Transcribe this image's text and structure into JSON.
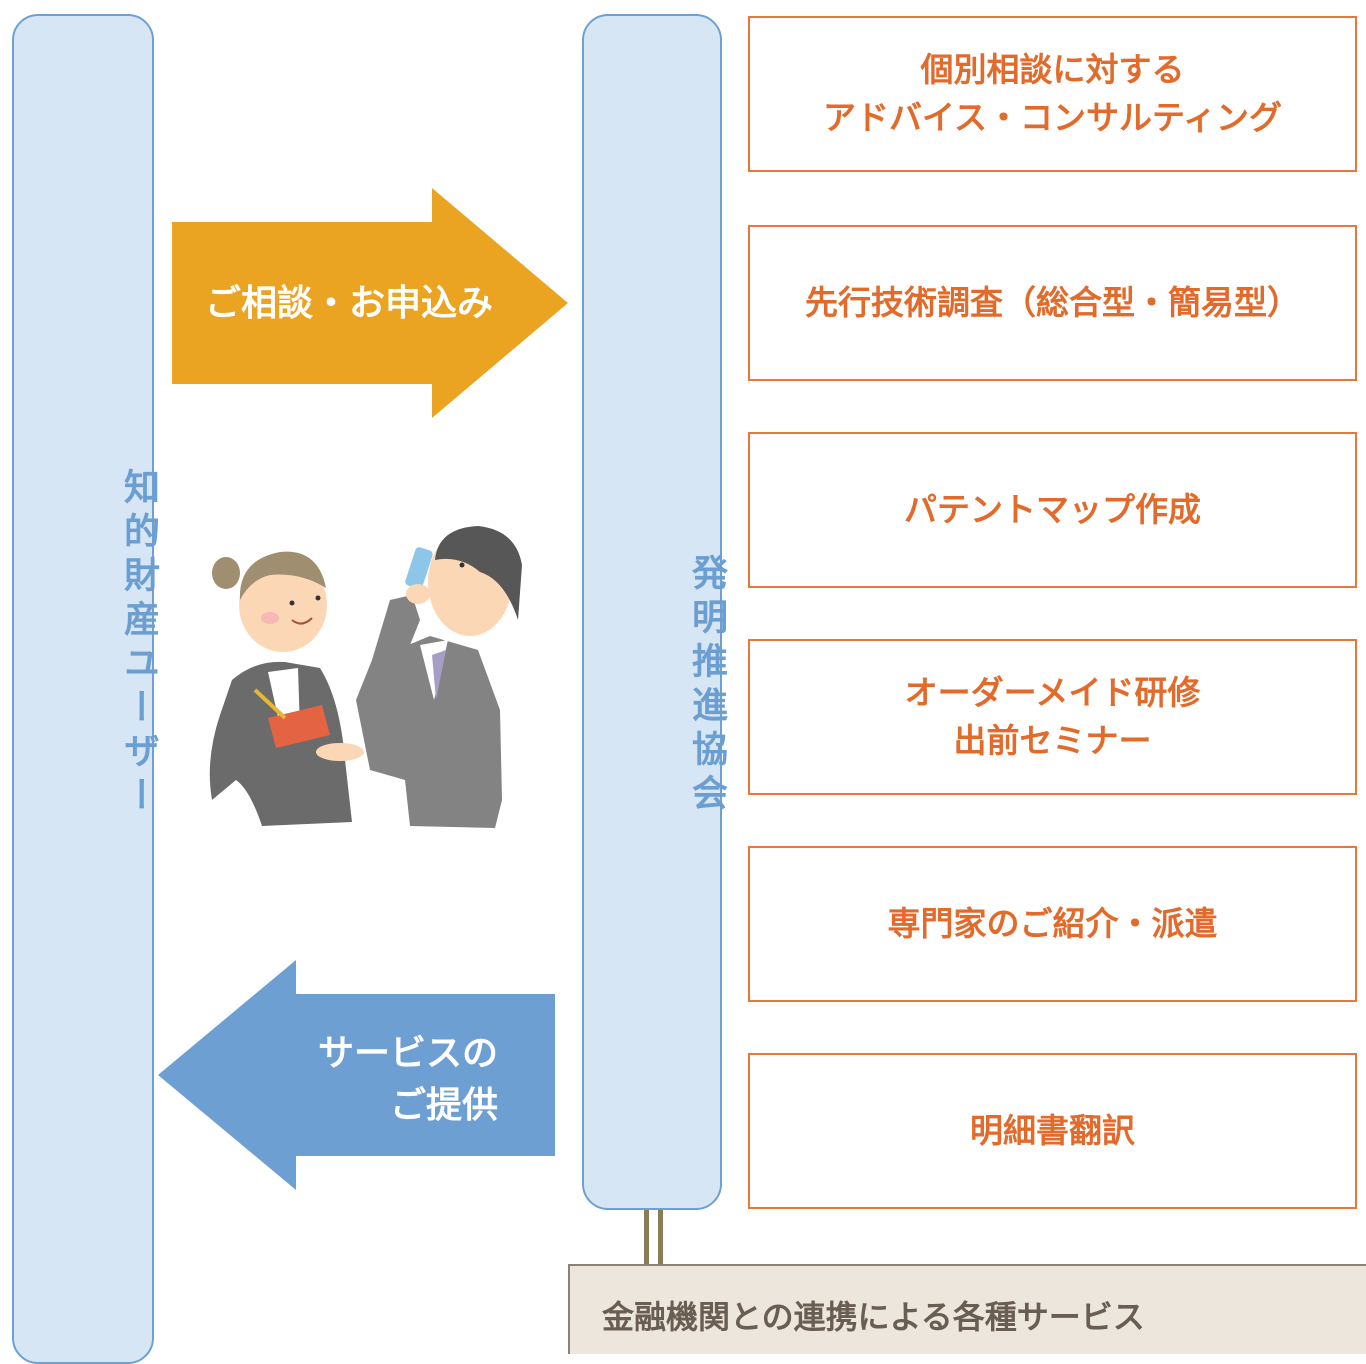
{
  "user_pillar": {
    "label": "知的財産ユーザー"
  },
  "association_pillar": {
    "label": "発明推進協会"
  },
  "arrows": {
    "request": {
      "label": "ご相談・お申込み",
      "color": "#eba322"
    },
    "provide": {
      "line1": "サービスの",
      "line2": "ご提供",
      "color": "#6d9fd3"
    }
  },
  "services": [
    {
      "line1": "個別相談に対する",
      "line2": "アドバイス・コンサルティング"
    },
    {
      "line1": "先行技術調査（総合型・簡易型）",
      "line2": ""
    },
    {
      "line1": "パテントマップ作成",
      "line2": ""
    },
    {
      "line1": "オーダーメイド研修",
      "line2": "出前セミナー"
    },
    {
      "line1": "専門家のご紹介・派遣",
      "line2": ""
    },
    {
      "line1": "明細書翻訳",
      "line2": ""
    }
  ],
  "finance": {
    "label": "金融機関との連携による各種サービス"
  },
  "colors": {
    "pillar_fill": "#d6e6f5",
    "pillar_border": "#6fa0d2",
    "service_text": "#e26b2c",
    "service_border": "#e8773a"
  },
  "illustration": {
    "icon": "business-people-illustration"
  }
}
